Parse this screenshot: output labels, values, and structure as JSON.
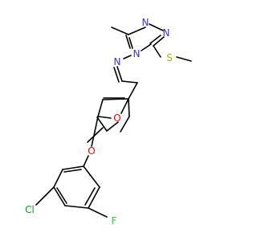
{
  "molecule": {
    "atoms": [
      {
        "id": "n-triazole-top-left",
        "label": "N",
        "color": "#3333ff"
      },
      {
        "id": "n-triazole-top-right",
        "label": "N",
        "color": "#3333ff"
      },
      {
        "id": "n-triazole-4",
        "label": "N",
        "color": "#3333ff"
      },
      {
        "id": "n-imine",
        "label": "N",
        "color": "#3333ff"
      },
      {
        "id": "s-methylthio",
        "label": "S",
        "color": "#b3b300"
      },
      {
        "id": "o-furan",
        "label": "O",
        "color": "#ff0000"
      },
      {
        "id": "o-ether",
        "label": "O",
        "color": "#ff0000"
      },
      {
        "id": "cl-chloro",
        "label": "Cl",
        "color": "#00a800"
      },
      {
        "id": "f-fluoro",
        "label": "F",
        "color": "#33cc33"
      }
    ]
  }
}
